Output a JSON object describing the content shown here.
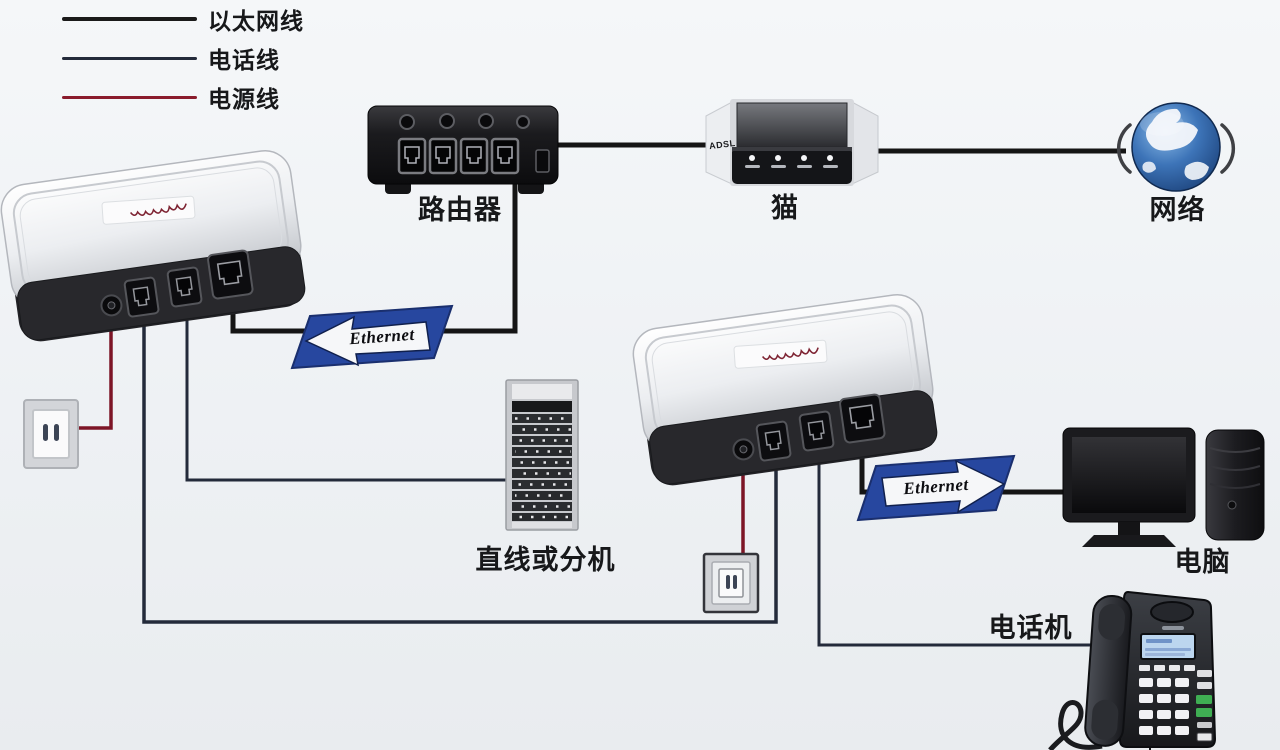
{
  "legend": {
    "items": [
      {
        "id": "ethernet-cable",
        "label": "以太网线",
        "color": "#1a1a1a"
      },
      {
        "id": "phone-cable",
        "label": "电话线",
        "color": "#232a3a"
      },
      {
        "id": "power-cable",
        "label": "电源线",
        "color": "#8a1b2c"
      }
    ]
  },
  "nodes": {
    "router": {
      "label": "路由器"
    },
    "modem": {
      "label": "猫",
      "side_text": "ADSL"
    },
    "internet": {
      "label": "网络"
    },
    "extension_panel": {
      "label": "直线或分机"
    },
    "computer": {
      "label": "电脑"
    },
    "telephone": {
      "label": "电话机"
    }
  },
  "badges": {
    "ethernet_left": {
      "label": "Ethernet"
    },
    "ethernet_right": {
      "label": "Ethernet"
    }
  },
  "colors": {
    "ethernet_line": "#1a1a1a",
    "phone_line": "#232a3a",
    "power_line": "#7d1526",
    "arrow_blue": "#27479f",
    "background": "#eef1f4"
  }
}
